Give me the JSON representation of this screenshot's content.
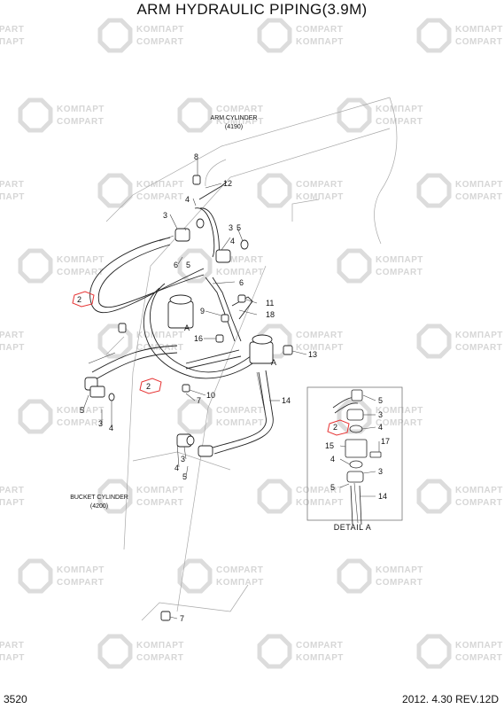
{
  "header": {
    "title": "ARM HYDRAULIC PIPING(3.9M)"
  },
  "footer": {
    "page_number": "3520",
    "date_revision": "2012. 4.30  REV.12D"
  },
  "watermark": {
    "brand_a": "COMPART",
    "brand_b": "KOMПАРТ"
  },
  "components": {
    "arm_cylinder": "ARM CYLINDER",
    "arm_cylinder_code": "(4190)",
    "bucket_cylinder": "BUCKET CYLINDER",
    "bucket_cylinder_code": "(4200)",
    "detail_caption": "DETAIL  A",
    "view_ref": "A"
  },
  "callouts": [
    "2",
    "3",
    "4",
    "5",
    "6",
    "7",
    "8",
    "9",
    "10",
    "11",
    "12",
    "13",
    "14",
    "15",
    "16",
    "17",
    "18"
  ],
  "colors": {
    "highlight": "#e63333",
    "line": "#222222",
    "faint": "#9a9a9a"
  }
}
